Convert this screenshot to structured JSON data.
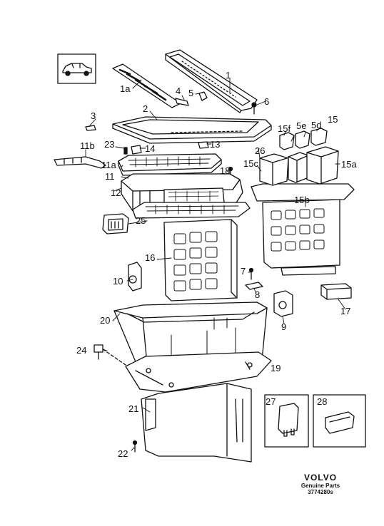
{
  "callouts": {
    "c1": "1",
    "c1a": "1a",
    "c2": "2",
    "c3": "3",
    "c4": "4",
    "c5": "5",
    "c6": "6",
    "c5e": "5e",
    "c5d": "5d",
    "c15": "15",
    "c15f": "15f",
    "c11b": "11b",
    "c23": "23",
    "c14": "14",
    "c13": "13",
    "c26": "26",
    "c15c": "15c",
    "c15a": "15a",
    "c11a": "11a",
    "c18": "18",
    "c11": "11",
    "c12": "12",
    "c15b": "15b",
    "c25": "25",
    "c16": "16",
    "c10": "10",
    "c7": "7",
    "c8": "8",
    "c17": "17",
    "c20": "20",
    "c9": "9",
    "c24": "24",
    "c19": "19",
    "c27": "27",
    "c28": "28",
    "c21": "21",
    "c22": "22"
  },
  "brand": {
    "logo": "VOLVO",
    "tagline": "Genuine Parts",
    "part_number": "3774280s"
  },
  "colors": {
    "ink": "#111111",
    "paper": "#ffffff"
  }
}
